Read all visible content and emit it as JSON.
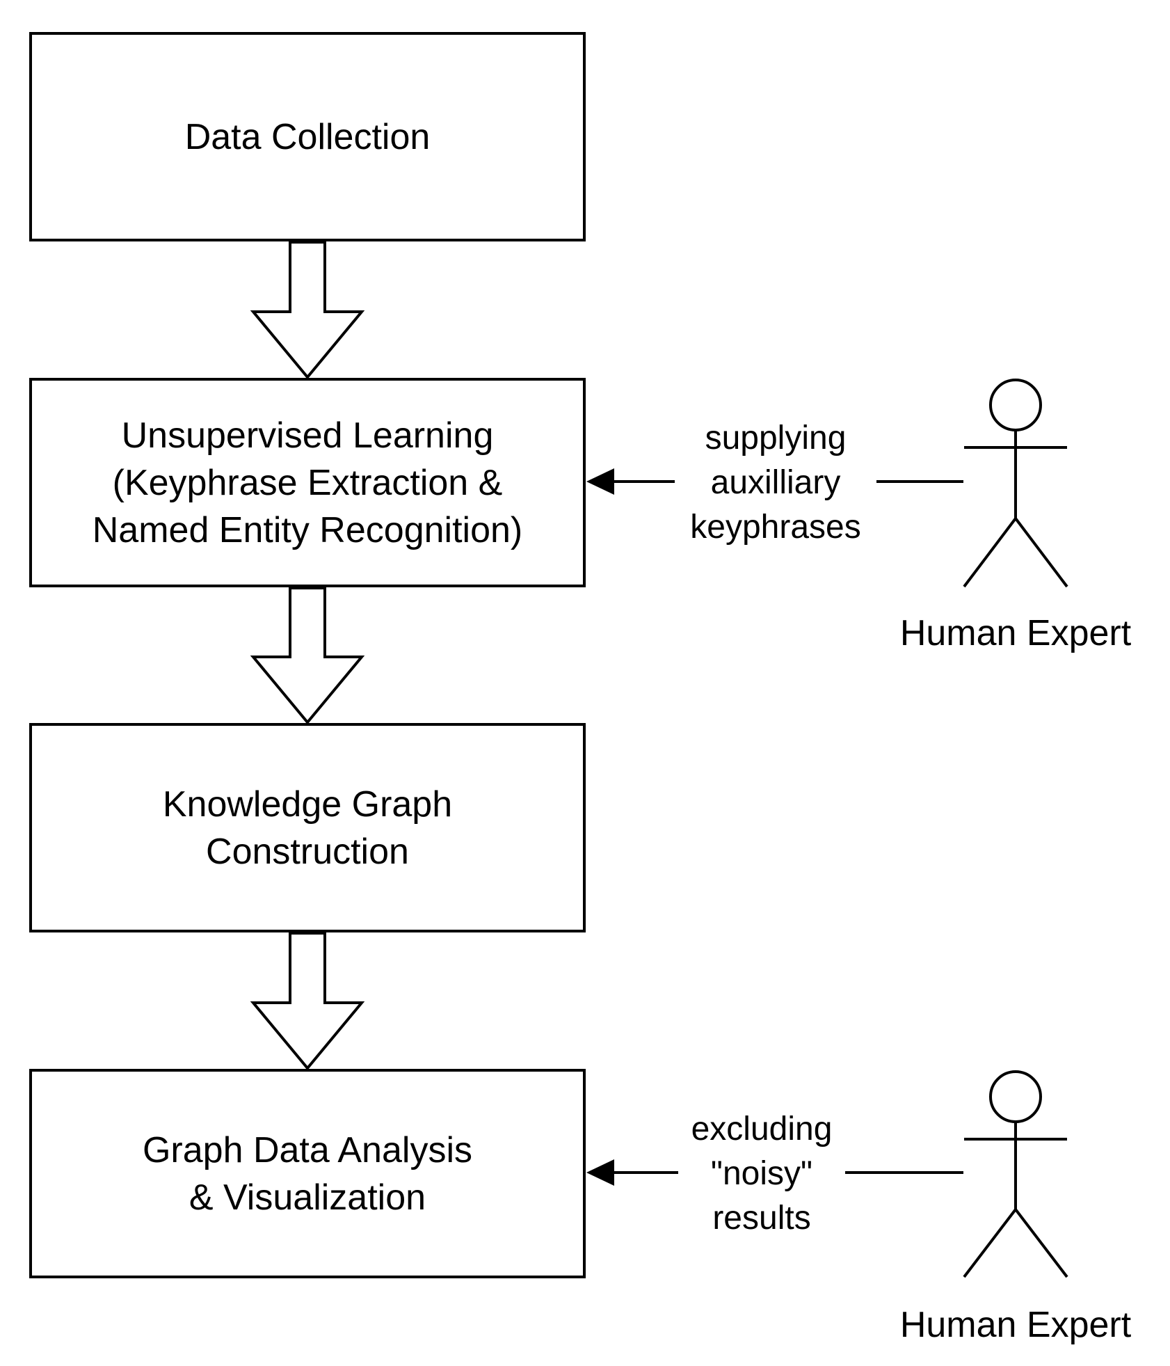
{
  "steps": [
    {
      "lines": [
        "Data Collection"
      ]
    },
    {
      "lines": [
        "Unsupervised Learning",
        "(Keyphrase Extraction &",
        "Named Entity Recognition)"
      ]
    },
    {
      "lines": [
        "Knowledge Graph",
        "Construction"
      ]
    },
    {
      "lines": [
        "Graph Data Analysis",
        "& Visualization"
      ]
    }
  ],
  "actors": [
    {
      "name": "Human Expert",
      "edge_label": [
        "supplying",
        "auxilliary",
        "keyphrases"
      ]
    },
    {
      "name": "Human Expert",
      "edge_label": [
        "excluding",
        "\"noisy\"",
        "results"
      ]
    }
  ]
}
